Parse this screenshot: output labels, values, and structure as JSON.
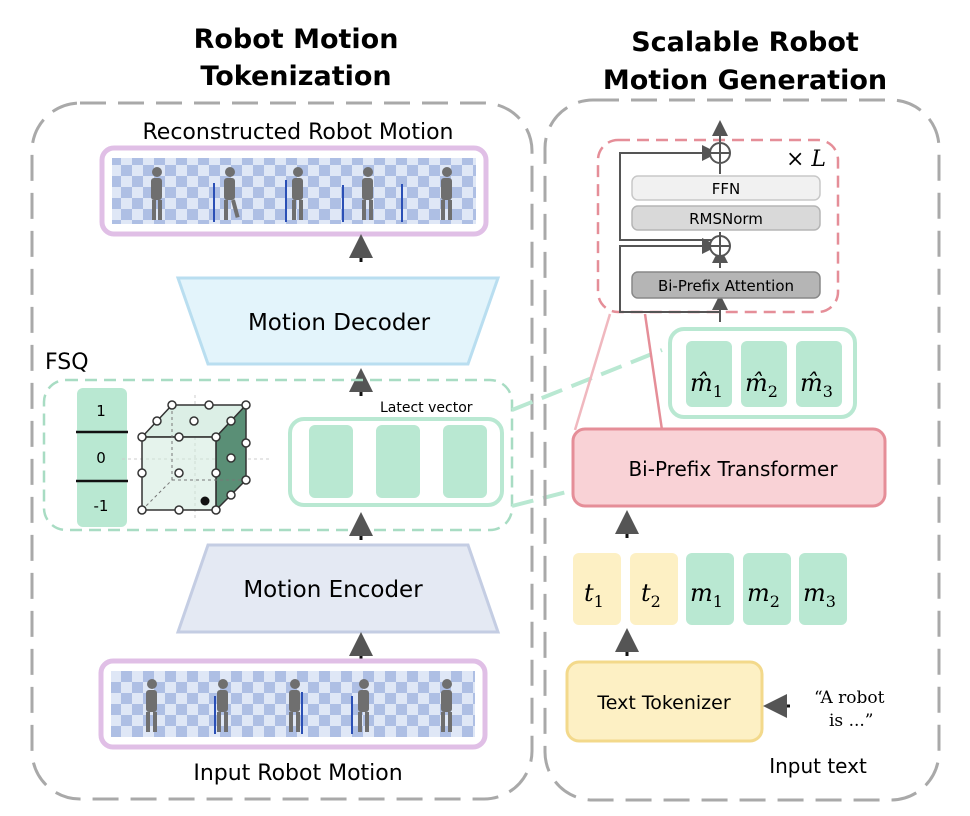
{
  "left_panel": {
    "title_line1": "Robot Motion",
    "title_line2": "Tokenization",
    "reconstructed_label": "Reconstructed Robot Motion",
    "decoder_label": "Motion Decoder",
    "encoder_label": "Motion Encoder",
    "input_label": "Input Robot Motion",
    "fsq_label": "FSQ",
    "fsq_values": [
      "1",
      "0",
      "-1"
    ],
    "latent_label": "Latect vector"
  },
  "right_panel": {
    "title_line1": "Scalable Robot",
    "title_line2": "Motion Generation",
    "repeat_label": "× L",
    "ffn_label": "FFN",
    "rmsnorm_label": "RMSNorm",
    "attention_label": "Bi-Prefix Attention",
    "transformer_label": "Bi-Prefix Transformer",
    "output_tokens": [
      "m̂",
      "m̂",
      "m̂"
    ],
    "output_subscripts": [
      "1",
      "2",
      "3"
    ],
    "text_tokens": [
      "t",
      "t"
    ],
    "text_subscripts": [
      "1",
      "2"
    ],
    "motion_tokens": [
      "m",
      "m",
      "m"
    ],
    "motion_subscripts": [
      "1",
      "2",
      "3"
    ],
    "tokenizer_label": "Text Tokenizer",
    "quote_line1": "“A robot",
    "quote_line2": "is ...”",
    "input_text_label": "Input text"
  },
  "colors": {
    "green": "#b9e8d2",
    "pink_fill": "#f9d2d6",
    "pink_stroke": "#e58e98",
    "yellow_fill": "#fdf0c4",
    "yellow_stroke": "#f3d98b",
    "decoder_fill": "#e3f4fb",
    "encoder_fill": "#e4e9f3",
    "purple": "#e0bfe6"
  }
}
